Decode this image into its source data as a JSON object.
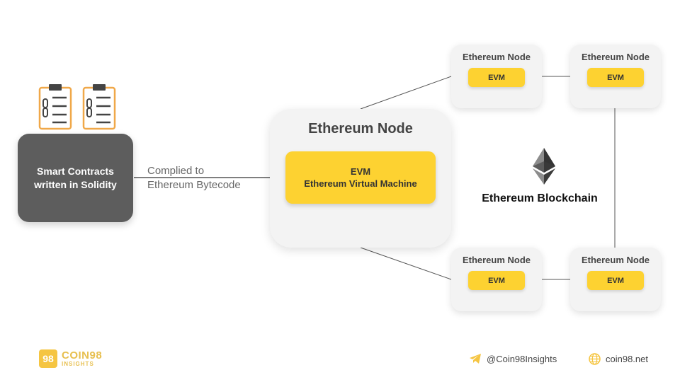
{
  "contracts": {
    "line1": "Smart Contracts",
    "line2": "written in Solidity"
  },
  "compile": {
    "line1": "Complied to",
    "line2": "Ethereum Bytecode"
  },
  "main_node": {
    "title": "Ethereum Node",
    "evm_line1": "EVM",
    "evm_line2": "Ethereum Virtual Machine"
  },
  "nodes": [
    {
      "title": "Ethereum Node",
      "evm": "EVM"
    },
    {
      "title": "Ethereum Node",
      "evm": "EVM"
    },
    {
      "title": "Ethereum Node",
      "evm": "EVM"
    },
    {
      "title": "Ethereum Node",
      "evm": "EVM"
    }
  ],
  "blockchain": {
    "label": "Ethereum Blockchain"
  },
  "footer": {
    "brand_name": "COIN98",
    "brand_sub": "INSIGHTS",
    "brand_badge": "98",
    "telegram": "@Coin98Insights",
    "website": "coin98.net"
  },
  "colors": {
    "accent_yellow": "#fdd231",
    "dark_box": "#5d5d5d",
    "node_bg": "#f3f3f3",
    "icon_orange": "#f0a849"
  },
  "icons": [
    "clipboard-chain-icon",
    "ethereum-icon",
    "telegram-icon",
    "globe-icon"
  ]
}
